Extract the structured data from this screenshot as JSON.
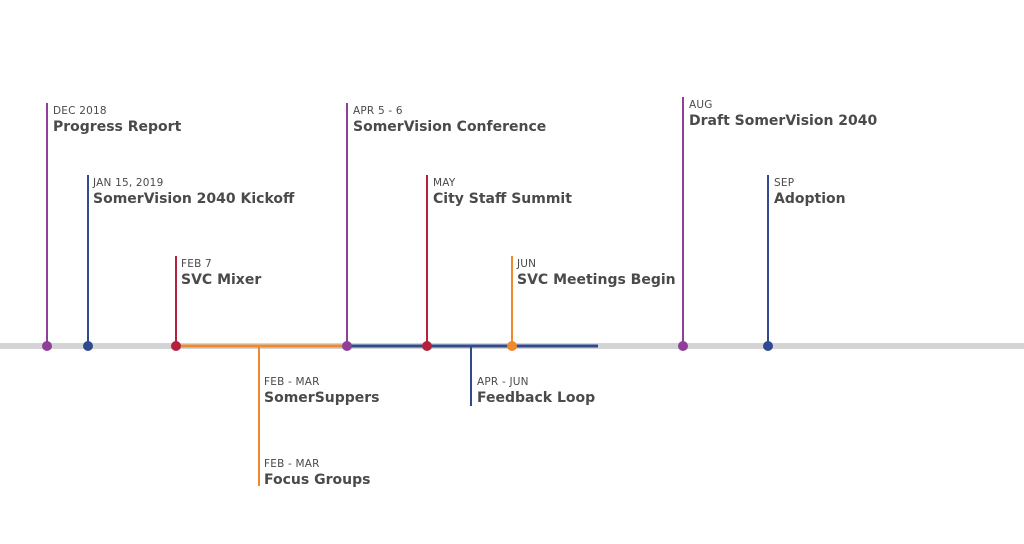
{
  "colors": {
    "axis": "#d4d4d4",
    "purple": "#8e3f97",
    "navy": "#2f4a8f",
    "crimson": "#b3213f",
    "orange": "#ef8a2c",
    "text": "#4a4a4a"
  },
  "events": [
    {
      "id": "dec-2018",
      "date": "DEC 2018",
      "title": "Progress Report",
      "color": "purple",
      "side": "above"
    },
    {
      "id": "jan-15-2019",
      "date": "JAN 15, 2019",
      "title": "SomerVision 2040 Kickoff",
      "color": "navy",
      "side": "above"
    },
    {
      "id": "feb-7",
      "date": "FEB 7",
      "title": "SVC Mixer",
      "color": "crimson",
      "side": "above"
    },
    {
      "id": "feb-mar-suppers",
      "date": "FEB - MAR",
      "title": "SomerSuppers",
      "color": "orange",
      "side": "below"
    },
    {
      "id": "feb-mar-focus",
      "date": "FEB - MAR",
      "title": "Focus Groups",
      "color": "orange",
      "side": "below"
    },
    {
      "id": "apr-5-6",
      "date": "APR 5 - 6",
      "title": "SomerVision Conference",
      "color": "purple",
      "side": "above"
    },
    {
      "id": "may",
      "date": "MAY",
      "title": "City Staff Summit",
      "color": "crimson",
      "side": "above"
    },
    {
      "id": "apr-jun",
      "date": "APR - JUN",
      "title": "Feedback Loop",
      "color": "navy",
      "side": "below"
    },
    {
      "id": "jun",
      "date": "JUN",
      "title": "SVC Meetings Begin",
      "color": "orange",
      "side": "above"
    },
    {
      "id": "aug",
      "date": "AUG",
      "title": "Draft SomerVision 2040",
      "color": "purple",
      "side": "above"
    },
    {
      "id": "sep",
      "date": "SEP",
      "title": "Adoption",
      "color": "navy",
      "side": "above"
    }
  ],
  "periods": [
    {
      "id": "feb-mar-span",
      "color": "orange",
      "from": "feb-7",
      "to": "apr-5-6"
    },
    {
      "id": "apr-jun-span",
      "color": "navy",
      "from": "apr-5-6",
      "to": "jun"
    }
  ]
}
